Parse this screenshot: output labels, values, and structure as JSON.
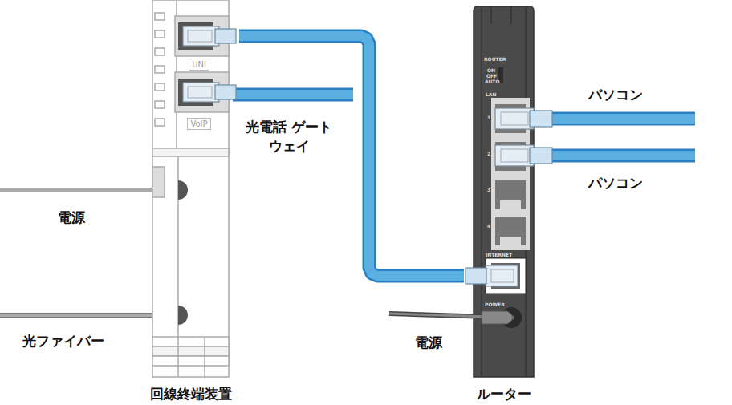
{
  "diagram": {
    "nodes": [
      {
        "text": [
          "回線終端装置"
        ]
      },
      {
        "text": [
          "ルーター"
        ]
      }
    ],
    "edges": [
      {
        "from": 0,
        "to": 1,
        "arrow": "none"
      }
    ],
    "labels": [
      "UNI",
      "VoIP",
      "光電話 ゲートウェイ",
      "電源",
      "光ファイバー",
      "ROUTER",
      "ON",
      "OFF",
      "AUTO",
      "LAN",
      "1",
      "2",
      "3",
      "4",
      "INTERNET",
      "POWER",
      "パソコン",
      "パソコン",
      "電源"
    ]
  }
}
